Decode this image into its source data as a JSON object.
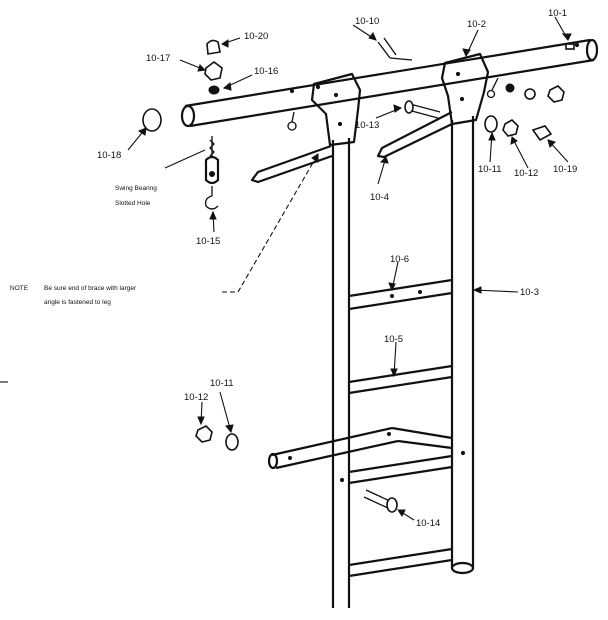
{
  "labels": {
    "p10_1": "10-1",
    "p10_2": "10-2",
    "p10_3": "10-3",
    "p10_4": "10-4",
    "p10_5": "10-5",
    "p10_6": "10-6",
    "p10_10": "10-10",
    "p10_11_top": "10-11",
    "p10_11_low": "10-11",
    "p10_12_top": "10-12",
    "p10_12_low": "10-12",
    "p10_13": "10-13",
    "p10_14": "10-14",
    "p10_15": "10-15",
    "p10_16": "10-16",
    "p10_17": "10-17",
    "p10_18": "10-18",
    "p10_19": "10-19",
    "p10_20": "10-20"
  },
  "swing_note": {
    "line1": "Swing Bearing",
    "line2": "Slotted Hole"
  },
  "brace_note": {
    "prefix": "NOTE",
    "line1": "Be sure end of brace with larger",
    "line2": "angle is fastened to leg"
  }
}
